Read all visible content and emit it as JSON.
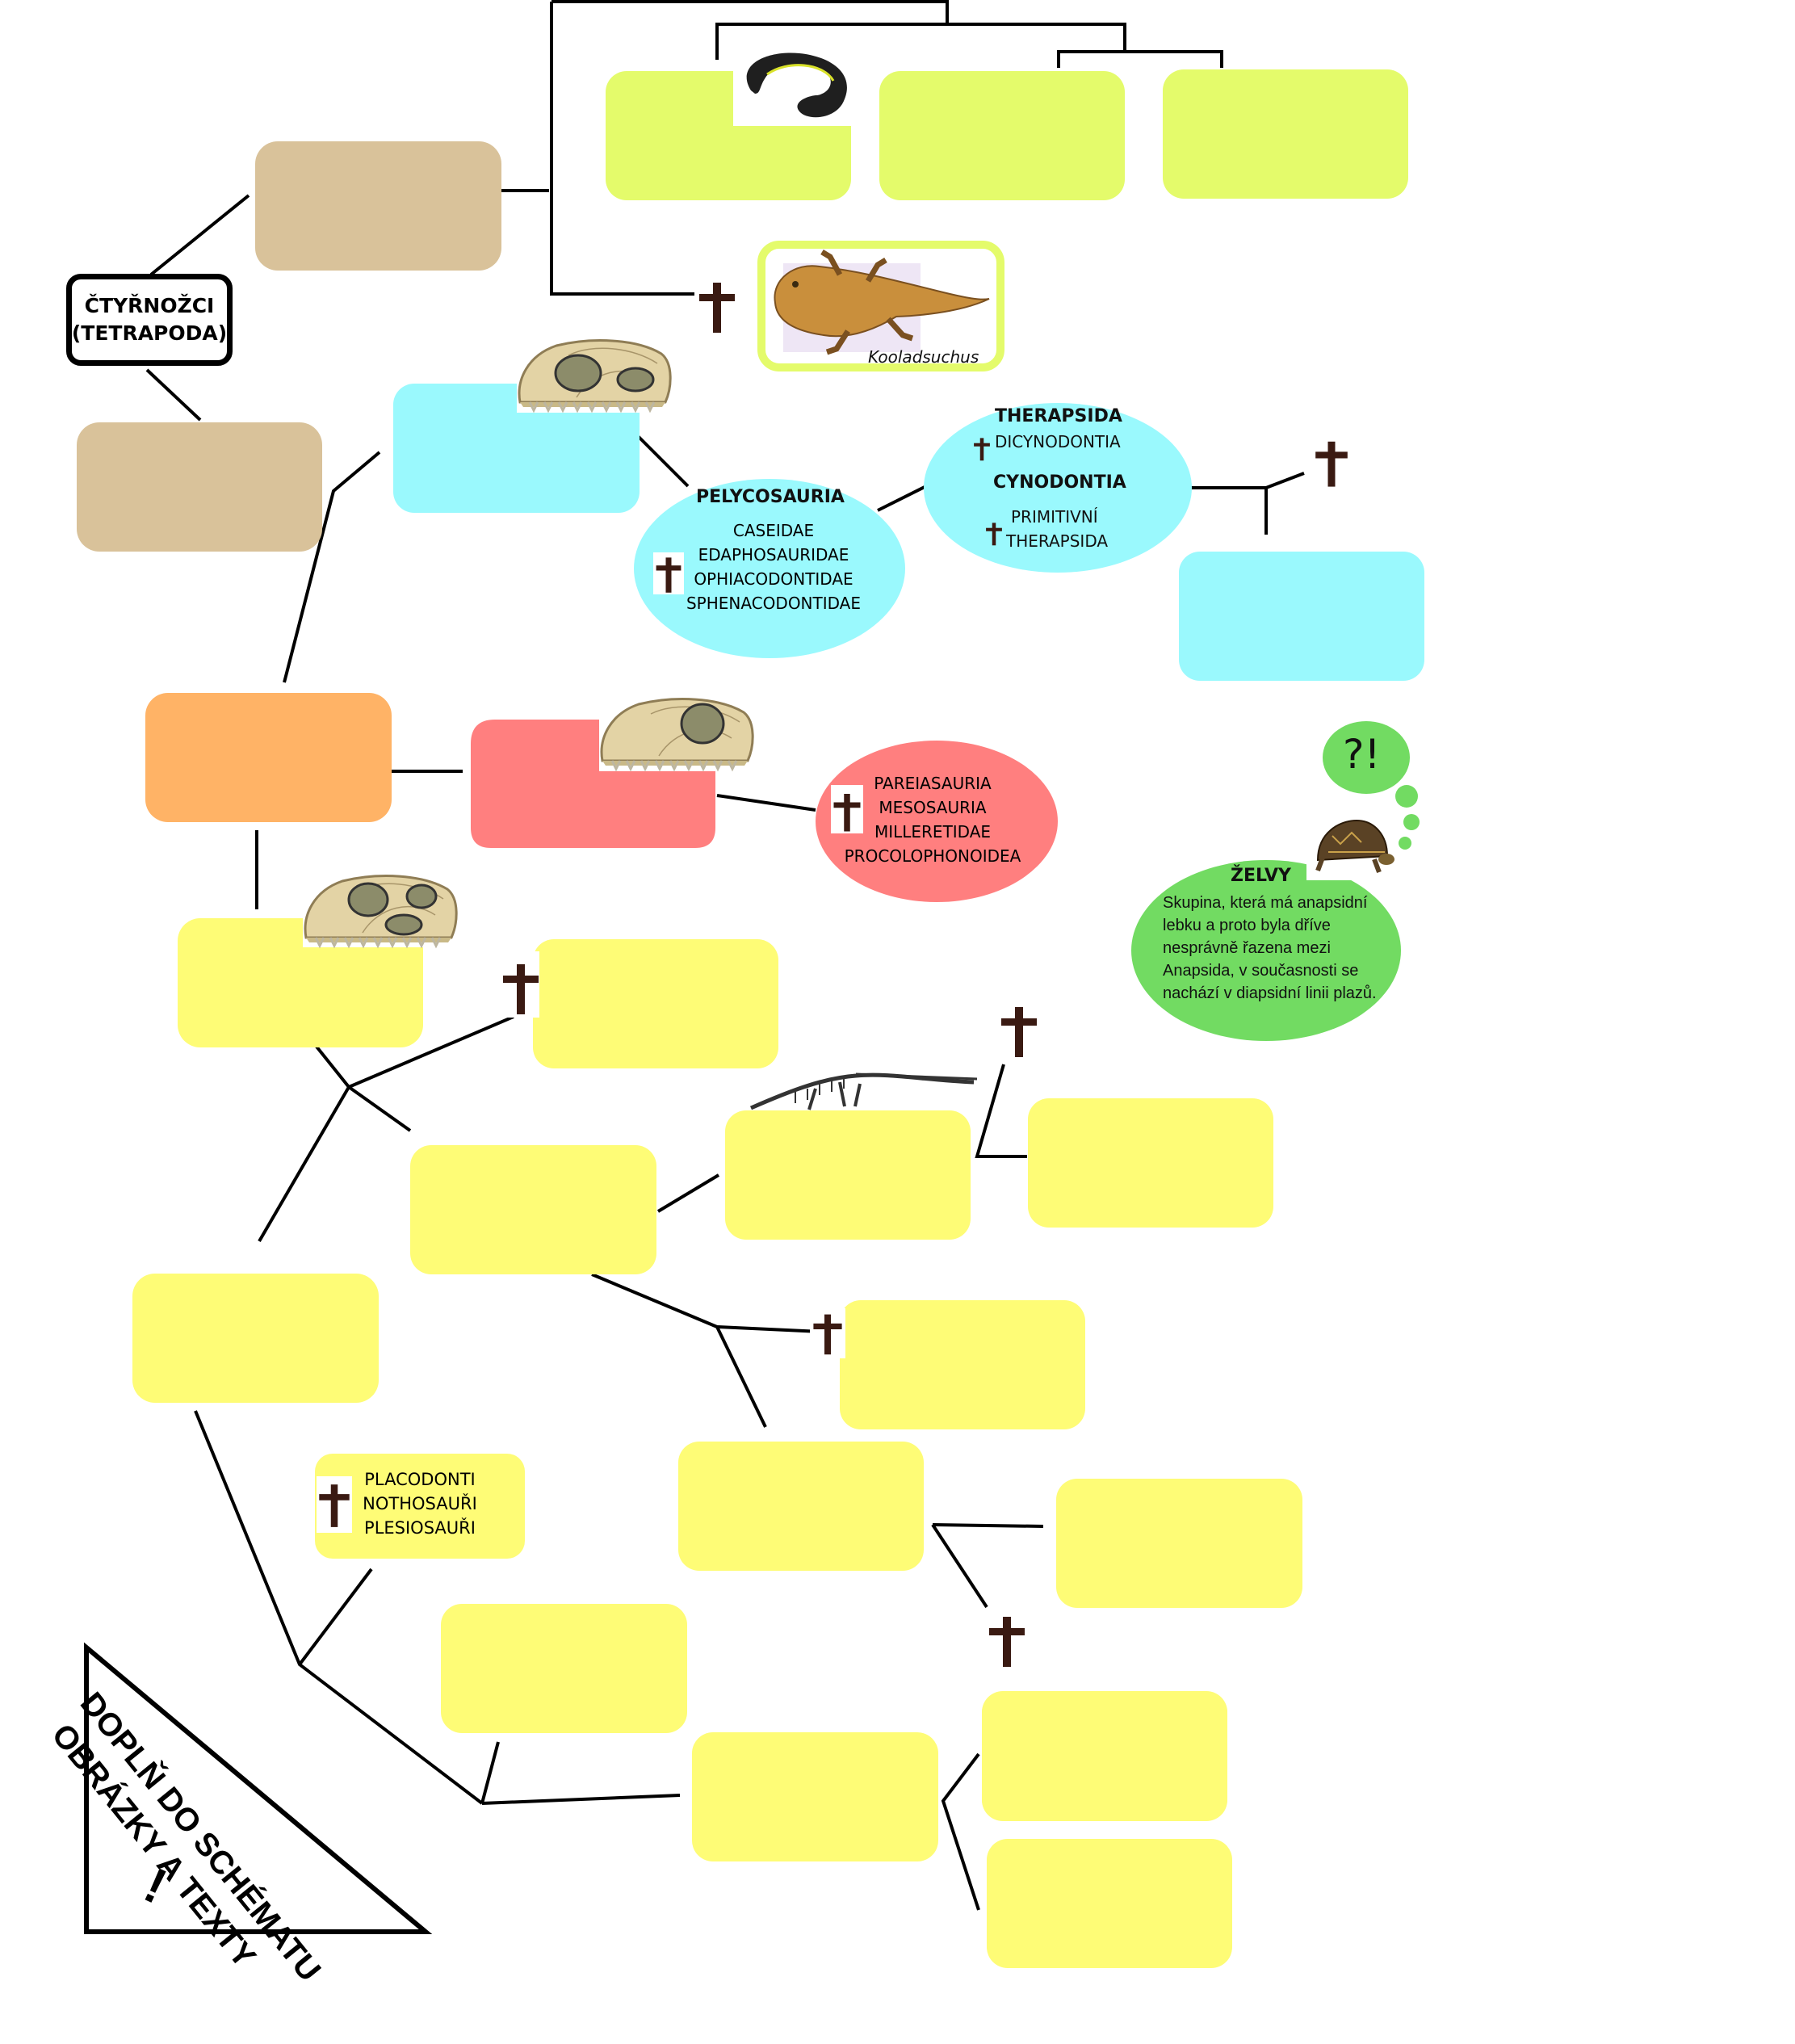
{
  "root": {
    "line1": "ČTYŘNOŽCI",
    "line2": "(TETRAPODA)"
  },
  "fossil_amphibian": {
    "caption": "Kooladsuchus"
  },
  "pelycosauria": {
    "title": "PELYCOSAURIA",
    "items": [
      "CASEIDAE",
      "EDAPHOSAURIDAE",
      "OPHIACODONTIDAE",
      "SPHENACODONTIDAE"
    ]
  },
  "therapsida": {
    "title": "THERAPSIDA",
    "item_extinct": "DICYNODONTIA",
    "subtitle": "CYNODONTIA",
    "primitive_line1": "PRIMITIVNÍ",
    "primitive_line2": "THERAPSIDA"
  },
  "parareptiles": {
    "items": [
      "PAREIASAURIA",
      "MESOSAURIA",
      "MILLERETIDAE",
      "PROCOLOPHONOIDEA"
    ]
  },
  "turtles": {
    "exclaim": "?!",
    "title": "ŽELVY",
    "text_lines": [
      "Skupina, která má anapsidní",
      "lebku a proto byla dříve",
      "nesprávně řazena mezi",
      "Anapsida, v současnosti se",
      "nachází v diapsidní linii plazů."
    ]
  },
  "sauropterygia": {
    "items": [
      "PLACODONTI",
      "NOTHOSAUŘI",
      "PLESIOSAUŘI"
    ]
  },
  "instruction": {
    "line1": "DOPLŇ DO SCHÉMATU",
    "line2": "OBRÁZKY A TEXTY",
    "mark": "!"
  },
  "colors": {
    "amphibia": "#d9c29a",
    "lissamphibia": "#e4fb6b",
    "synapsida": "#9af9fd",
    "sauropsida": "#ffb366",
    "parareptilia": "#ff7f7f",
    "diapsida": "#fefc76",
    "turtles": "#72db62",
    "line": "#000000",
    "cross": "#3a1a12"
  }
}
